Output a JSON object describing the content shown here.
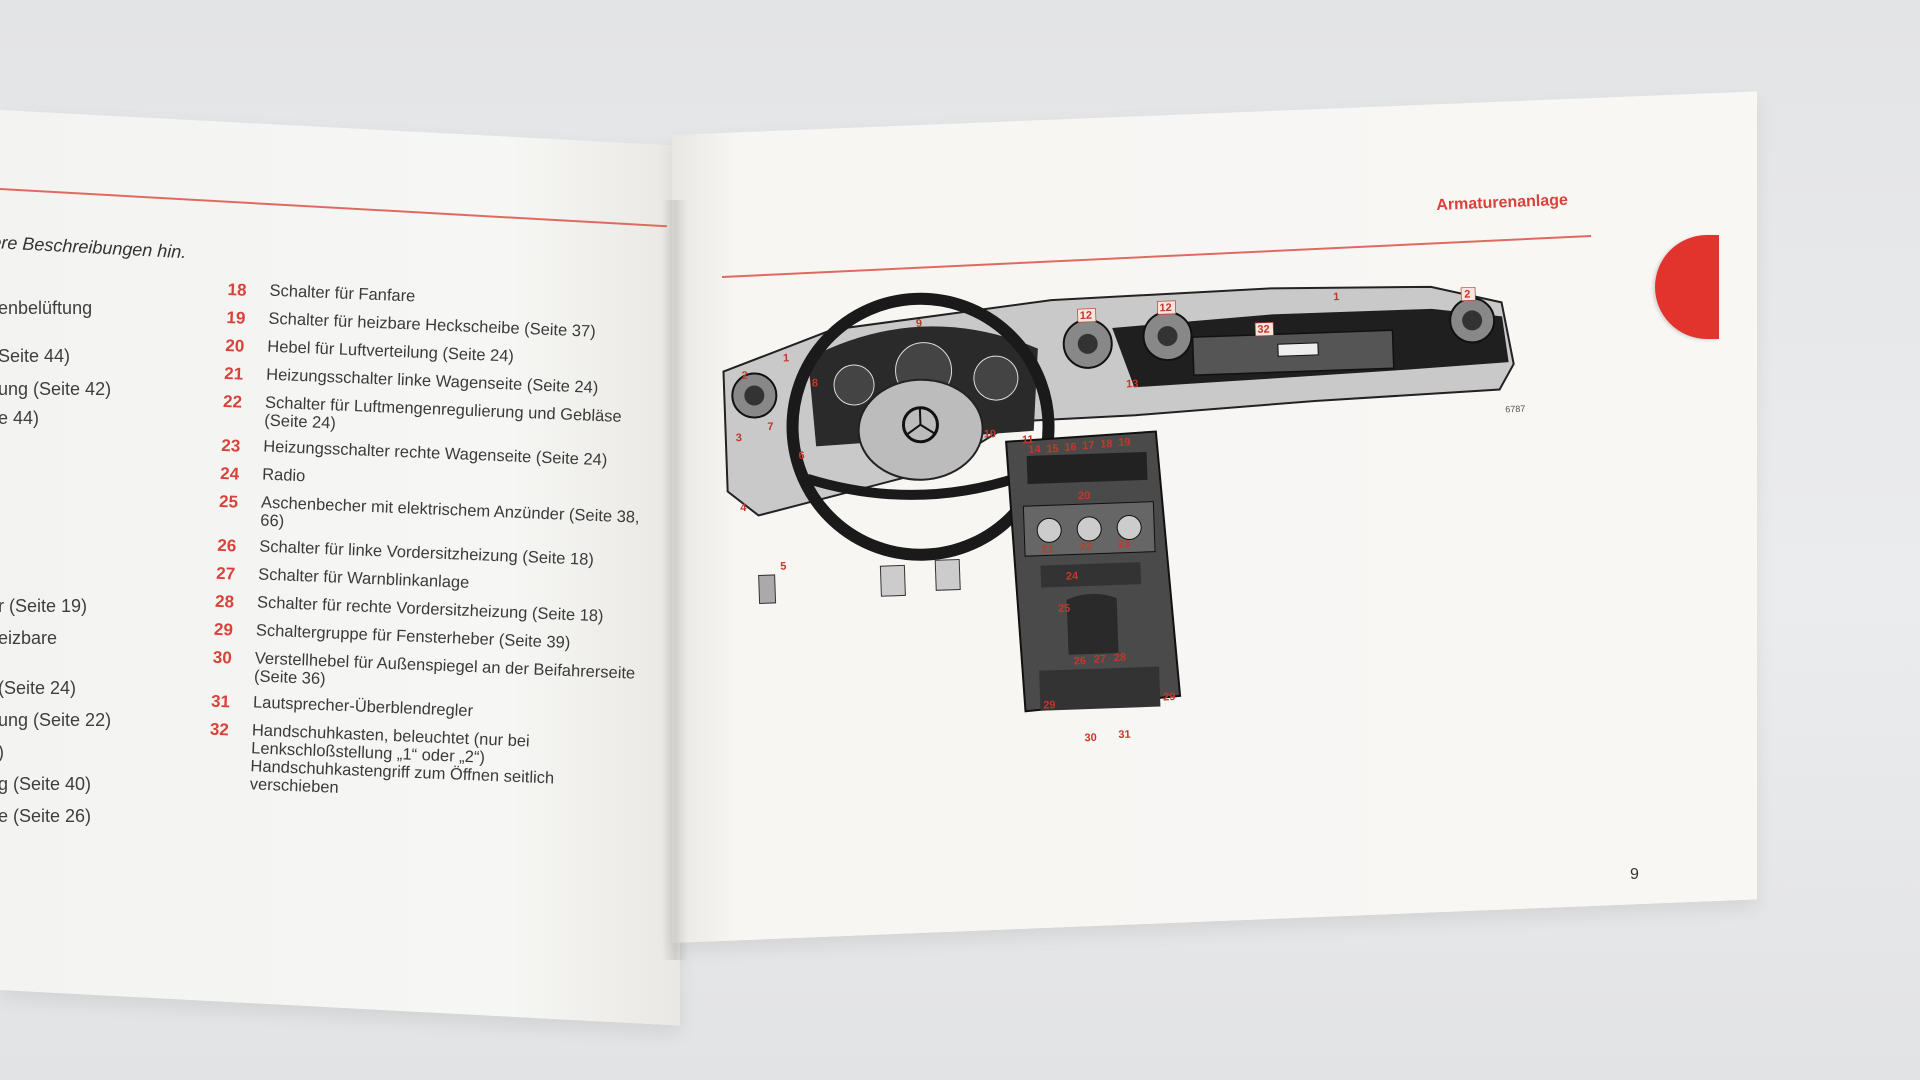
{
  "left_page": {
    "intro_fragment": "ere Beschreibungen hin.",
    "cut_fragments": [
      "enbelüftung",
      "Seite 44)",
      "ung (Seite 42)",
      "e 44)",
      "r (Seite 19)",
      "eizbare",
      "(Seite 24)",
      "ung (Seite 22)",
      ")",
      "g (Seite 40)",
      "e (Seite 26)"
    ],
    "items": [
      {
        "num": "18",
        "text": "Schalter für Fanfare"
      },
      {
        "num": "19",
        "text": "Schalter für heizbare Heckscheibe (Seite 37)"
      },
      {
        "num": "20",
        "text": "Hebel für Luftverteilung (Seite 24)"
      },
      {
        "num": "21",
        "text": "Heizungsschalter linke Wagenseite (Seite 24)"
      },
      {
        "num": "22",
        "text": "Schalter für Luftmengenregulierung und Gebläse (Seite 24)"
      },
      {
        "num": "23",
        "text": "Heizungsschalter rechte Wagenseite (Seite 24)"
      },
      {
        "num": "24",
        "text": "Radio"
      },
      {
        "num": "25",
        "text": "Aschenbecher mit elektrischem Anzünder (Seite 38, 66)"
      },
      {
        "num": "26",
        "text": "Schalter für linke Vordersitzheizung (Seite 18)"
      },
      {
        "num": "27",
        "text": "Schalter für Warnblinkanlage"
      },
      {
        "num": "28",
        "text": "Schalter für rechte Vordersitzheizung (Seite 18)"
      },
      {
        "num": "29",
        "text": "Schaltergruppe für Fensterheber (Seite 39)"
      },
      {
        "num": "30",
        "text": "Verstellhebel für Außenspiegel an der Beifahrerseite (Seite 36)"
      },
      {
        "num": "31",
        "text": "Lautsprecher-Überblendregler"
      },
      {
        "num": "32",
        "text": "Handschuhkasten, beleuchtet (nur bei Lenkschloßstellung „1“ oder „2“) Handschuhkastengriff zum Öffnen seitlich verschieben"
      }
    ]
  },
  "right_page": {
    "section_title": "Armaturenanlage",
    "page_number": "9",
    "figure_code": "6787",
    "diagram_labels": [
      "1",
      "2",
      "3",
      "4",
      "5",
      "6",
      "7",
      "8",
      "9",
      "10",
      "11",
      "12",
      "12",
      "13",
      "14",
      "15",
      "16",
      "17",
      "18",
      "19",
      "20",
      "21",
      "22",
      "23",
      "24",
      "25",
      "26",
      "27",
      "28",
      "29",
      "29",
      "30",
      "31",
      "32",
      "1",
      "2"
    ]
  },
  "colors": {
    "accent_red": "#d9423a",
    "tab_red": "#e2342c",
    "page": "#f7f6f3",
    "background": "#e6e7e9"
  }
}
